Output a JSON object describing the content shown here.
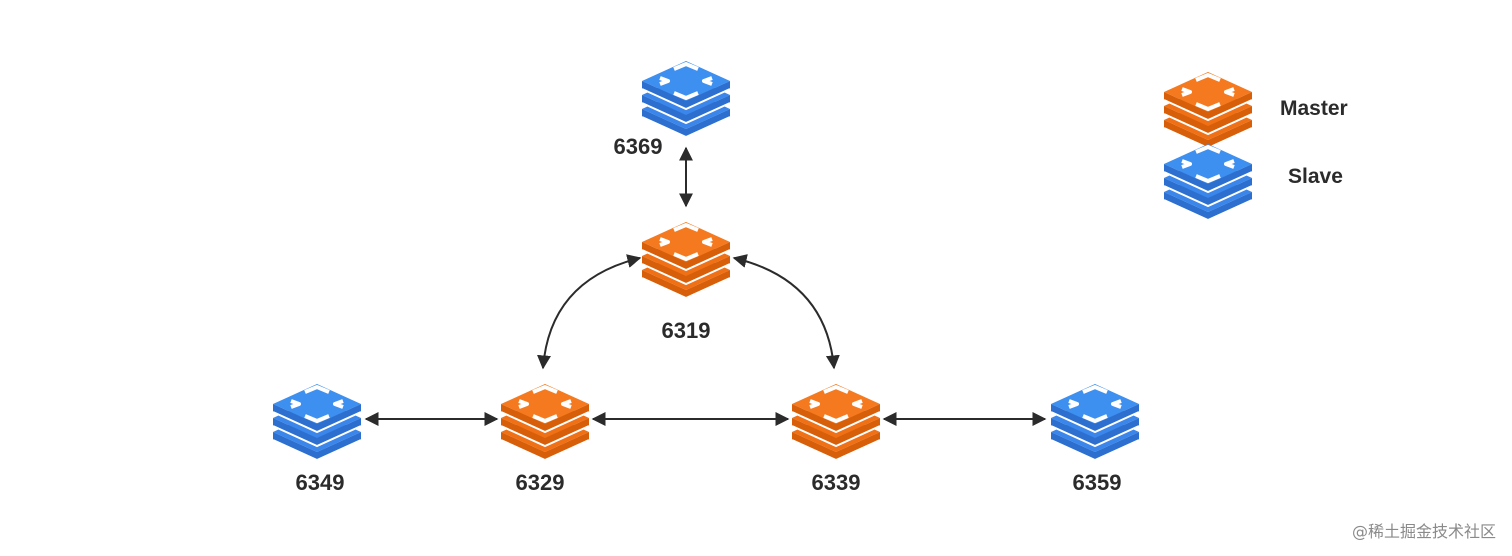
{
  "nodes": [
    {
      "id": "6369",
      "label": "6369",
      "role": "slave"
    },
    {
      "id": "6319",
      "label": "6319",
      "role": "master"
    },
    {
      "id": "6329",
      "label": "6329",
      "role": "master"
    },
    {
      "id": "6339",
      "label": "6339",
      "role": "master"
    },
    {
      "id": "6349",
      "label": "6349",
      "role": "slave"
    },
    {
      "id": "6359",
      "label": "6359",
      "role": "slave"
    }
  ],
  "edges": [
    {
      "from": "6369",
      "to": "6319",
      "direction": "both"
    },
    {
      "from": "6319",
      "to": "6329",
      "direction": "both"
    },
    {
      "from": "6319",
      "to": "6339",
      "direction": "both"
    },
    {
      "from": "6329",
      "to": "6339",
      "direction": "both"
    },
    {
      "from": "6349",
      "to": "6329",
      "direction": "both"
    },
    {
      "from": "6339",
      "to": "6359",
      "direction": "both"
    }
  ],
  "legend": {
    "master_label": "Master",
    "slave_label": "Slave"
  },
  "watermark": "@稀土掘金技术社区",
  "colors": {
    "master": "#f57a1f",
    "slave": "#3d8ff0",
    "arrow": "#2b2b2b",
    "text": "#2b2b2b"
  }
}
